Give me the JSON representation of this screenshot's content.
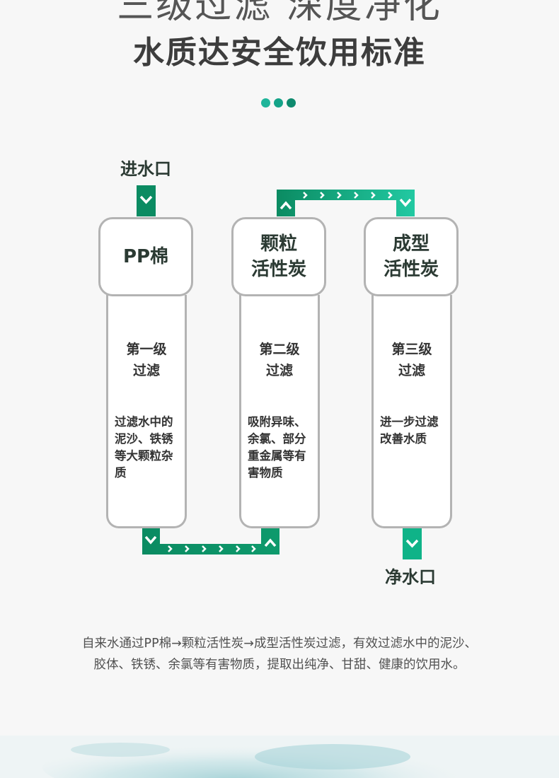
{
  "header": {
    "title1": "三级过滤 深度净化",
    "title2": "水质达安全饮用标准",
    "dot_colors": [
      "#1fb59a",
      "#14a388",
      "#0e8a6e"
    ]
  },
  "flow": {
    "inlet": "进水口",
    "outlet": "净水口",
    "stages": [
      {
        "name_line1": "PP棉",
        "name_line2": "",
        "level_line1": "第一级",
        "level_line2": "过滤",
        "desc": "过滤水中的泥沙、铁锈等大颗粒杂质"
      },
      {
        "name_line1": "颗粒",
        "name_line2": "活性炭",
        "level_line1": "第二级",
        "level_line2": "过滤",
        "desc": "吸附异味、余氯、部分重金属等有害物质"
      },
      {
        "name_line1": "成型",
        "name_line2": "活性炭",
        "level_line1": "第三级",
        "level_line2": "过滤",
        "desc": "进一步过滤改善水质"
      }
    ],
    "pipe_colors": {
      "dark": "#0b8b62",
      "light": "#22c9a2"
    }
  },
  "footer": {
    "line1": "自来水通过PP棉→颗粒活性炭→成型活性炭过滤，有效过滤水中的泥沙、",
    "line2": "胶体、铁锈、余氯等有害物质，提取出纯净、甘甜、健康的饮用水。"
  }
}
